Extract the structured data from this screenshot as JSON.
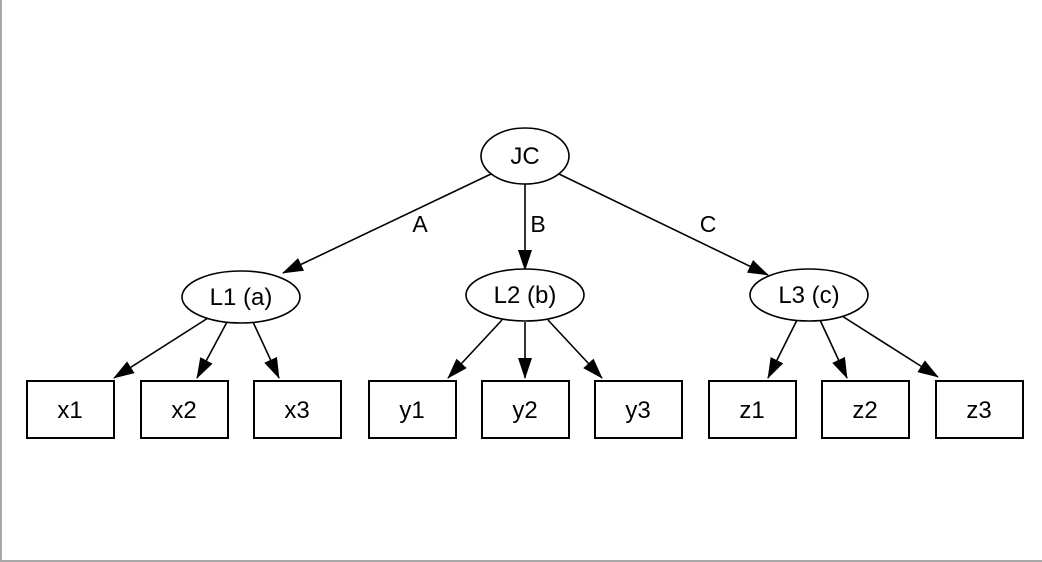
{
  "diagram": {
    "type": "tree",
    "root": {
      "id": "JC",
      "label": "JC",
      "shape": "ellipse"
    },
    "latents": [
      {
        "id": "L1",
        "label": "L1 (a)",
        "shape": "ellipse"
      },
      {
        "id": "L2",
        "label": "L2 (b)",
        "shape": "ellipse"
      },
      {
        "id": "L3",
        "label": "L3 (c)",
        "shape": "ellipse"
      }
    ],
    "observed": [
      {
        "id": "x1",
        "label": "x1",
        "shape": "box"
      },
      {
        "id": "x2",
        "label": "x2",
        "shape": "box"
      },
      {
        "id": "x3",
        "label": "x3",
        "shape": "box"
      },
      {
        "id": "y1",
        "label": "y1",
        "shape": "box"
      },
      {
        "id": "y2",
        "label": "y2",
        "shape": "box"
      },
      {
        "id": "y3",
        "label": "y3",
        "shape": "box"
      },
      {
        "id": "z1",
        "label": "z1",
        "shape": "box"
      },
      {
        "id": "z2",
        "label": "z2",
        "shape": "box"
      },
      {
        "id": "z3",
        "label": "z3",
        "shape": "box"
      }
    ],
    "edges": [
      {
        "from": "JC",
        "to": "L1",
        "label": "A"
      },
      {
        "from": "JC",
        "to": "L2",
        "label": "B"
      },
      {
        "from": "JC",
        "to": "L3",
        "label": "C"
      },
      {
        "from": "L1",
        "to": "x1",
        "label": ""
      },
      {
        "from": "L1",
        "to": "x2",
        "label": ""
      },
      {
        "from": "L1",
        "to": "x3",
        "label": ""
      },
      {
        "from": "L2",
        "to": "y1",
        "label": ""
      },
      {
        "from": "L2",
        "to": "y2",
        "label": ""
      },
      {
        "from": "L2",
        "to": "y3",
        "label": ""
      },
      {
        "from": "L3",
        "to": "z1",
        "label": ""
      },
      {
        "from": "L3",
        "to": "z2",
        "label": ""
      },
      {
        "from": "L3",
        "to": "z3",
        "label": ""
      }
    ],
    "colors": {
      "background": "#ffffff",
      "node_fill": "#ffffff",
      "node_stroke": "#000000",
      "edge": "#000000",
      "text": "#000000",
      "frame": "#a8a8a8"
    }
  }
}
